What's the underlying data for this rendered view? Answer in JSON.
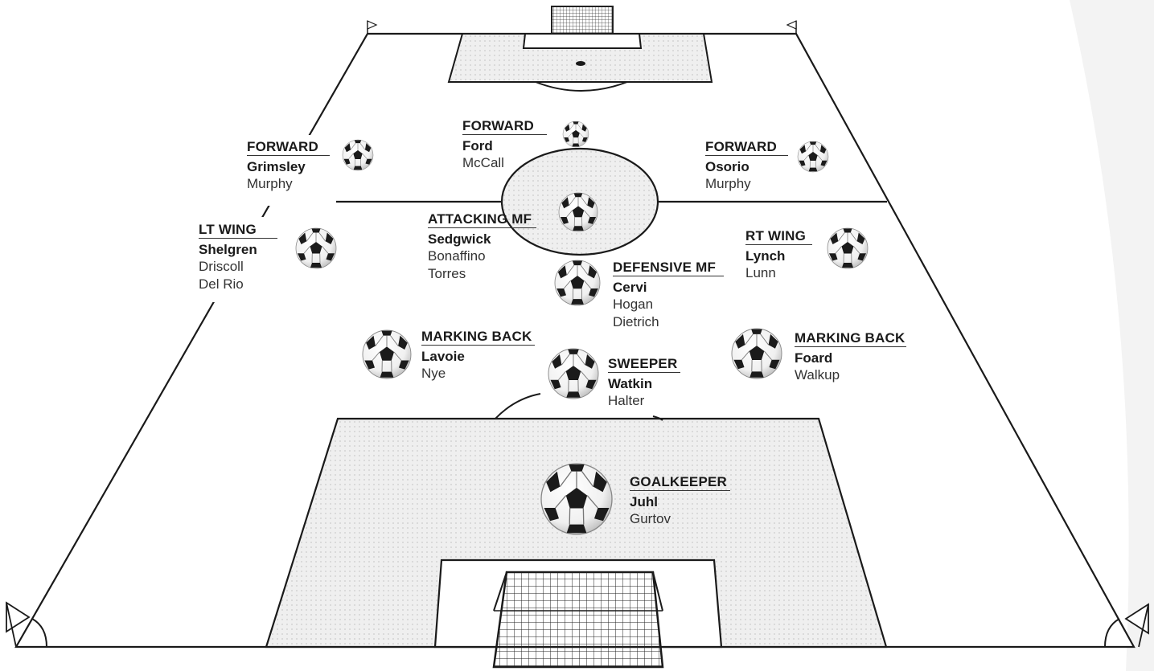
{
  "field": {
    "line_color": "#1a1a1a",
    "box_fill": "#ececec",
    "page_background": "#ffffff"
  },
  "positions": [
    {
      "id": "forward-left",
      "title": "FORWARD",
      "players": [
        "Grimsley",
        "Murphy"
      ]
    },
    {
      "id": "forward-center",
      "title": "FORWARD",
      "players": [
        "Ford",
        "McCall"
      ]
    },
    {
      "id": "forward-right",
      "title": "FORWARD",
      "players": [
        "Osorio",
        "Murphy"
      ]
    },
    {
      "id": "lt-wing",
      "title": "LT WING",
      "players": [
        "Shelgren",
        "Driscoll",
        "Del Rio"
      ]
    },
    {
      "id": "attacking-mf",
      "title": "ATTACKING MF",
      "players": [
        "Sedgwick",
        "Bonaffino",
        "Torres"
      ]
    },
    {
      "id": "rt-wing",
      "title": "RT WING",
      "players": [
        "Lynch",
        "Lunn"
      ]
    },
    {
      "id": "defensive-mf",
      "title": "DEFENSIVE MF",
      "players": [
        "Cervi",
        "Hogan",
        "Dietrich"
      ]
    },
    {
      "id": "marking-back-left",
      "title": "MARKING BACK",
      "players": [
        "Lavoie",
        "Nye"
      ]
    },
    {
      "id": "sweeper",
      "title": "SWEEPER",
      "players": [
        "Watkin",
        "Halter"
      ]
    },
    {
      "id": "marking-back-right",
      "title": "MARKING BACK",
      "players": [
        "Foard",
        "Walkup"
      ]
    },
    {
      "id": "goalkeeper",
      "title": "GOALKEEPER",
      "players": [
        "Juhl",
        "Gurtov"
      ]
    }
  ]
}
